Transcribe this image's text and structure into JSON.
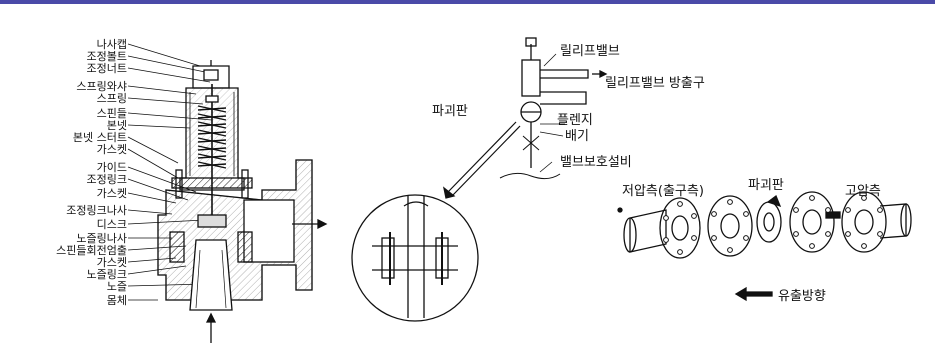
{
  "colors": {
    "accent": "#4a4aa8",
    "ink": "#111111"
  },
  "left_labels": [
    "나사캡",
    "조정볼트",
    "조정너트",
    "스프링와샤",
    "스프링",
    "스핀들",
    "본넷",
    "본넷 스터트",
    "가스켓",
    "가이드",
    "조정링크",
    "가스켓",
    "조정링크나사",
    "디스크",
    "노즐링나사",
    "스핀들회전엄출",
    "가스켓",
    "노즐링크",
    "노즐",
    "몸체"
  ],
  "middle_labels": {
    "relief_valve": "릴리프밸브",
    "relief_outlet": "릴리프밸브 방출구",
    "rupture_disc": "파괴판",
    "flange": "플렌지",
    "vent": "배기",
    "protection": "밸브보호설비"
  },
  "right_labels": {
    "low_side": "저압측(출구측)",
    "rupture_disc": "파괴판",
    "high_side": "고압측",
    "flow_direction": "유출방향"
  }
}
